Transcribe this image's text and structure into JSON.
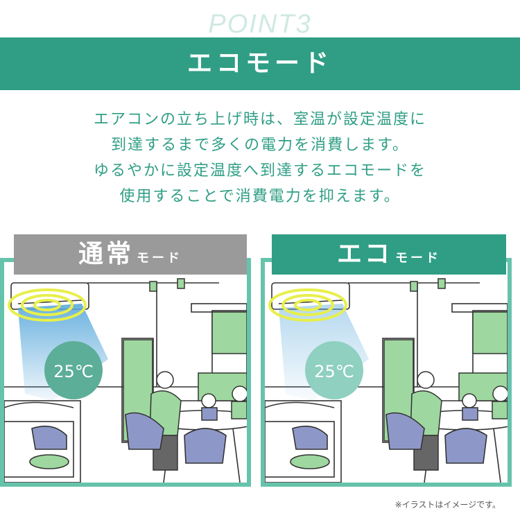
{
  "point_label": "POINT3",
  "banner_title": "エコモード",
  "description_lines": [
    "エアコンの立ち上げ時は、室温が設定温度に",
    "到達するまで多くの電力を消費します。",
    "ゆるやかに設定温度へ到達するエコモードを",
    "使用することで消費電力を抑えます。"
  ],
  "panels": {
    "normal": {
      "title_main": "通常",
      "title_sub": "モード",
      "temperature": "25℃",
      "airflow_strength": 1.0
    },
    "eco": {
      "title_main": "エコ",
      "title_sub": "モード",
      "temperature": "25℃",
      "airflow_strength": 0.45
    }
  },
  "disclaimer": "※イラストはイメージです。",
  "colors": {
    "brand_green": "#2f9e85",
    "panel_border": "#66c3ab",
    "normal_header": "#9a9a9a",
    "airflow_blue": "#5aa9db",
    "ring_yellow": "#e8ef4a",
    "furniture_green": "#9ed79f",
    "chair_blue": "#8e98c8"
  }
}
